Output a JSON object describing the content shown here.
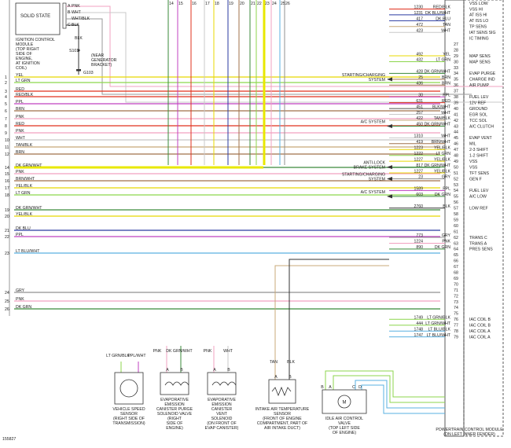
{
  "solid_state": "SOLID STATE",
  "icm_pins": [
    {
      "pin": "A",
      "color": "PNK"
    },
    {
      "pin": "B",
      "color": "WHT"
    },
    {
      "pin": "",
      "color": "WHT/BLK"
    },
    {
      "pin": "C",
      "color": "BLK"
    }
  ],
  "icm_label": [
    "IGNITION CONTROL",
    "MODULE",
    "(TOP RIGHT",
    "SIDE OF",
    "ENGINE,",
    "AT IGNITION",
    "COIL)"
  ],
  "ground": {
    "wire": "BLK",
    "splice": "S101",
    "ground": "G103",
    "note": [
      "(NEAR",
      "GENERATOR",
      "BRACKET)"
    ]
  },
  "left_wires": [
    {
      "num": "1",
      "label": "YEL",
      "color": "#e8d800"
    },
    {
      "num": "2",
      "label": "LT GRN",
      "color": "#8cd64c"
    },
    {
      "num": "3",
      "label": "RED",
      "color": "#e0301e"
    },
    {
      "num": "4",
      "label": "RED/BLK",
      "color": "#e0301e"
    },
    {
      "num": "5",
      "label": "PPL",
      "color": "#c040c0"
    },
    {
      "num": "6",
      "label": "BRN",
      "color": "#a0704a"
    },
    {
      "num": "7",
      "label": "PNK",
      "color": "#f2a0c0"
    },
    {
      "num": "8",
      "label": "RED",
      "color": "#e0301e"
    },
    {
      "num": "9",
      "label": "PNK",
      "color": "#f2a0c0"
    },
    {
      "num": "10",
      "label": "WHT",
      "color": "#c8c8c8"
    },
    {
      "num": "11",
      "label": "TAN/BLK",
      "color": "#c8a878"
    },
    {
      "num": "12",
      "label": "BRN",
      "color": "#a0704a"
    },
    {
      "num": "14",
      "label": "DK GRN/WHT",
      "color": "#3a8a3a"
    },
    {
      "num": "15",
      "label": "PNK",
      "color": "#f2a0c0"
    },
    {
      "num": "16",
      "label": "BRN/WHT",
      "color": "#a0704a"
    },
    {
      "num": "17",
      "label": "YEL/BLK",
      "color": "#e8d800"
    },
    {
      "num": "18",
      "label": "LT GRN",
      "color": "#8cd64c"
    },
    {
      "num": "19",
      "label": "DK GRN/WHT",
      "color": "#3a8a3a"
    },
    {
      "num": "20",
      "label": "YEL/BLK",
      "color": "#e8d800"
    },
    {
      "num": "21",
      "label": "DK BLU",
      "color": "#2a3aa0"
    },
    {
      "num": "22",
      "label": "PPL",
      "color": "#c040c0"
    },
    {
      "num": "23",
      "label": "LT BLU/WHT",
      "color": "#5ab0e0"
    },
    {
      "num": "24",
      "label": "GRY",
      "color": "#909090"
    },
    {
      "num": "25",
      "label": "PNK",
      "color": "#f2a0c0"
    },
    {
      "num": "26",
      "label": "DK GRN",
      "color": "#3a8a3a"
    }
  ],
  "right_rows": [
    {
      "pin": "",
      "circuit": "",
      "wire": "",
      "func": "VSS LOW"
    },
    {
      "pin": "",
      "circuit": "1230",
      "wire": "RED/BLK",
      "func": "VSS HI"
    },
    {
      "pin": "",
      "circuit": "1231",
      "wire": "DK BLU/WHT",
      "func": "AT ISS HI"
    },
    {
      "pin": "",
      "circuit": "417",
      "wire": "DK BLU",
      "func": "AT ISS LO"
    },
    {
      "pin": "",
      "circuit": "472",
      "wire": "TAN",
      "func": "TP SENS"
    },
    {
      "pin": "",
      "circuit": "423",
      "wire": "WHT",
      "func": "IAT SENS SIG"
    },
    {
      "pin": "",
      "circuit": "",
      "wire": "",
      "func": "IC TIMING"
    },
    {
      "pin": "27",
      "circuit": "",
      "wire": "",
      "func": ""
    },
    {
      "pin": "28",
      "circuit": "",
      "wire": "",
      "func": ""
    },
    {
      "pin": "29",
      "circuit": "492",
      "wire": "YEL",
      "func": "MAP SENS"
    },
    {
      "pin": "30",
      "circuit": "432",
      "wire": "LT GRN",
      "func": "MAP SENS"
    },
    {
      "pin": "33",
      "circuit": "",
      "wire": "",
      "func": ""
    },
    {
      "pin": "34",
      "circuit": "428",
      "wire": "DK GRN/WHT",
      "func": "EVAP PURGE"
    },
    {
      "pin": "35",
      "circuit": "25",
      "wire": "BRN",
      "func": "CHARGE IND"
    },
    {
      "pin": "36",
      "circuit": "436",
      "wire": "BRN",
      "func": "AIR PUMP"
    },
    {
      "pin": "37",
      "circuit": "",
      "wire": "",
      "func": ""
    },
    {
      "pin": "38",
      "circuit": "30",
      "wire": "PPL",
      "func": "FUEL LEV"
    },
    {
      "pin": "39",
      "circuit": "631",
      "wire": "RED",
      "func": "12V REF"
    },
    {
      "pin": "40",
      "circuit": "451",
      "wire": "BLK/WHT",
      "func": "GROUND"
    },
    {
      "pin": "41",
      "circuit": "257",
      "wire": "WHT",
      "func": "EGR SOL"
    },
    {
      "pin": "42",
      "circuit": "422",
      "wire": "TAN/BLK",
      "func": "TCC SOL"
    },
    {
      "pin": "43",
      "circuit": "450",
      "wire": "DK GRN/WHT",
      "func": "A/C CLUTCH"
    },
    {
      "pin": "44",
      "circuit": "",
      "wire": "",
      "func": ""
    },
    {
      "pin": "45",
      "circuit": "1310",
      "wire": "WHT",
      "func": "EVAP VENT"
    },
    {
      "pin": "46",
      "circuit": "419",
      "wire": "BRN/WHT",
      "func": "MIL"
    },
    {
      "pin": "47",
      "circuit": "1223",
      "wire": "YEL/BLK",
      "func": "2-3 SHIFT"
    },
    {
      "pin": "48",
      "circuit": "1222",
      "wire": "LT GRN",
      "func": "1-2 SHIFT"
    },
    {
      "pin": "49",
      "circuit": "1227",
      "wire": "YEL/BLK",
      "func": "VSS"
    },
    {
      "pin": "50",
      "circuit": "817",
      "wire": "DK GRN/WHT",
      "func": "VSS"
    },
    {
      "pin": "51",
      "circuit": "1227",
      "wire": "YEL/BLK",
      "func": "TFT SENS"
    },
    {
      "pin": "52",
      "circuit": "23",
      "wire": "GRY",
      "func": "GEN F"
    },
    {
      "pin": "53",
      "circuit": "",
      "wire": "",
      "func": ""
    },
    {
      "pin": "54",
      "circuit": "1589",
      "wire": "PPL",
      "func": "FUEL LEV"
    },
    {
      "pin": "55",
      "circuit": "603",
      "wire": "DK GRN",
      "func": "A/C LOW"
    },
    {
      "pin": "56",
      "circuit": "",
      "wire": "",
      "func": ""
    },
    {
      "pin": "57",
      "circuit": "2760",
      "wire": "BLK",
      "func": "LOW REF"
    },
    {
      "pin": "58",
      "circuit": "",
      "wire": "",
      "func": ""
    },
    {
      "pin": "59",
      "circuit": "",
      "wire": "",
      "func": ""
    },
    {
      "pin": "60",
      "circuit": "",
      "wire": "",
      "func": ""
    },
    {
      "pin": "61",
      "circuit": "",
      "wire": "",
      "func": ""
    },
    {
      "pin": "62",
      "circuit": "773",
      "wire": "GRY",
      "func": "TRANS C"
    },
    {
      "pin": "63",
      "circuit": "1224",
      "wire": "PNK",
      "func": "TRANS A"
    },
    {
      "pin": "64",
      "circuit": "890",
      "wire": "DK GRN",
      "func": "PRES SENS"
    },
    {
      "pin": "65",
      "circuit": "",
      "wire": "",
      "func": ""
    },
    {
      "pin": "66",
      "circuit": "",
      "wire": "",
      "func": ""
    },
    {
      "pin": "67",
      "circuit": "",
      "wire": "",
      "func": ""
    },
    {
      "pin": "68",
      "circuit": "",
      "wire": "",
      "func": ""
    },
    {
      "pin": "69",
      "circuit": "",
      "wire": "",
      "func": ""
    },
    {
      "pin": "70",
      "circuit": "",
      "wire": "",
      "func": ""
    },
    {
      "pin": "71",
      "circuit": "",
      "wire": "",
      "func": ""
    },
    {
      "pin": "72",
      "circuit": "",
      "wire": "",
      "func": ""
    },
    {
      "pin": "73",
      "circuit": "",
      "wire": "",
      "func": ""
    },
    {
      "pin": "74",
      "circuit": "",
      "wire": "",
      "func": ""
    },
    {
      "pin": "75",
      "circuit": "",
      "wire": "",
      "func": ""
    },
    {
      "pin": "76",
      "circuit": "1749",
      "wire": "LT GRN/BLK",
      "func": "IAC COIL B"
    },
    {
      "pin": "77",
      "circuit": "444",
      "wire": "LT GRN/WHT",
      "func": "IAC COIL B"
    },
    {
      "pin": "78",
      "circuit": "1748",
      "wire": "LT BLU/BLK",
      "func": "IAC COIL A"
    },
    {
      "pin": "79",
      "circuit": "1747",
      "wire": "LT BLU/WHT",
      "func": "IAC COIL A"
    }
  ],
  "top_pins": [
    "14",
    "15",
    "16",
    "17",
    "18",
    "19",
    "20",
    "21",
    "22",
    "23",
    "24",
    "25",
    "26"
  ],
  "system_refs": [
    {
      "label": [
        "STARTING/CHARGING",
        "SYSTEM"
      ],
      "row": 13
    },
    {
      "label": [
        "A/C SYSTEM"
      ],
      "row": 21
    },
    {
      "label": [
        "ANTI-LOCK",
        "BRAKE SYSTEM"
      ],
      "row": 28
    },
    {
      "label": [
        "STARTING/CHARGING",
        "SYSTEM"
      ],
      "row": 30
    },
    {
      "label": [
        "A/C SYSTEM"
      ],
      "row": 33
    }
  ],
  "components": [
    {
      "id": "vss",
      "name": [
        "VEHICLE SPEED",
        "SENSOR",
        "(RIGHT SIDE OF",
        "TRANSMISSION)"
      ],
      "wires": [
        "LT GRN/BLK",
        "PPL/WHT"
      ],
      "pins": [
        "B",
        "A"
      ]
    },
    {
      "id": "purge",
      "name": [
        "EVAPORATIVE",
        "EMISSION",
        "CANISTER PURGE",
        "SOLENOID VALVE",
        "(RIGHT",
        "SIDE OF",
        "ENGINE)"
      ],
      "wires": [
        "PNK",
        "DK GRN/WHT"
      ],
      "pins": [
        "A",
        "B"
      ]
    },
    {
      "id": "vent",
      "name": [
        "EVAPORATIVE",
        "EMISSION",
        "CANISTER",
        "VENT",
        "SOLENOID",
        "(ON FRONT OF",
        "EVAP CANISTER)"
      ],
      "wires": [
        "PNK",
        "WHT"
      ],
      "pins": [
        "A",
        "B"
      ]
    },
    {
      "id": "iat",
      "name": [
        "INTAKE AIR TEMPERATURE",
        "SENSOR",
        "(FRONT OF ENGINE",
        "COMPARTMENT, PART OF",
        "AIR INTAKE DUCT)"
      ],
      "wires": [
        "TAN",
        "BLK"
      ],
      "pins": [
        "A",
        "B"
      ]
    },
    {
      "id": "iac",
      "name": [
        "IDLE AIR CONTROL",
        "VALVE",
        "(TOP LEFT SIDE",
        "OF ENGINE)"
      ],
      "wires": [],
      "pins": [
        "B",
        "A",
        "C",
        "D"
      ]
    }
  ],
  "pcm_label": [
    "POWERTRAIN CONTROL MODULE",
    "(ON LEFT INNER FENDER)"
  ],
  "figure_id": "155827"
}
